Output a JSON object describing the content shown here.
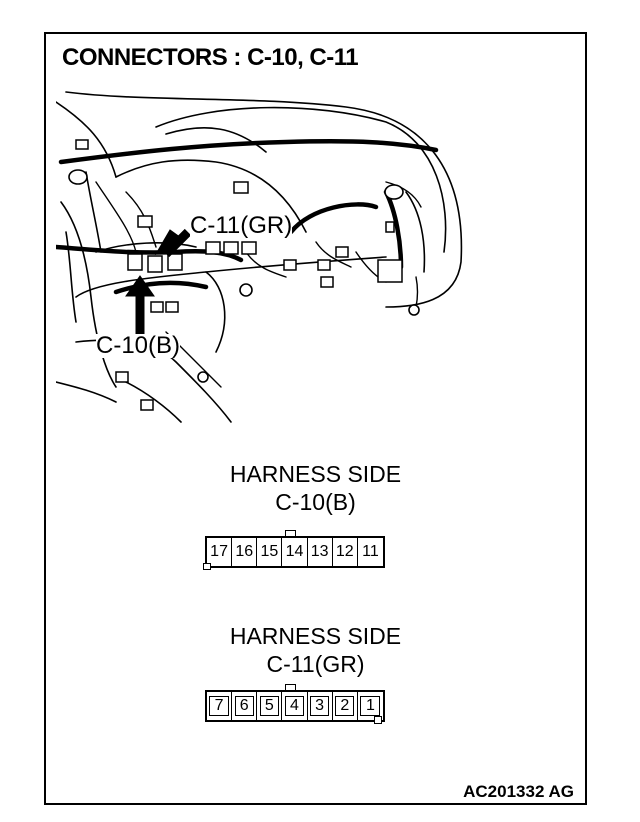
{
  "title": "CONNECTORS : C-10, C-11",
  "callouts": {
    "c11": "C-11(GR)",
    "c10": "C-10(B)"
  },
  "connector_c10": {
    "side_label": "HARNESS SIDE",
    "name": "C-10(B)",
    "pins": [
      "17",
      "16",
      "15",
      "14",
      "13",
      "12",
      "11"
    ]
  },
  "connector_c11": {
    "side_label": "HARNESS SIDE",
    "name": "C-11(GR)",
    "pins": [
      "7",
      "6",
      "5",
      "4",
      "3",
      "2",
      "1"
    ]
  },
  "figure_code": "AC201332 AG"
}
